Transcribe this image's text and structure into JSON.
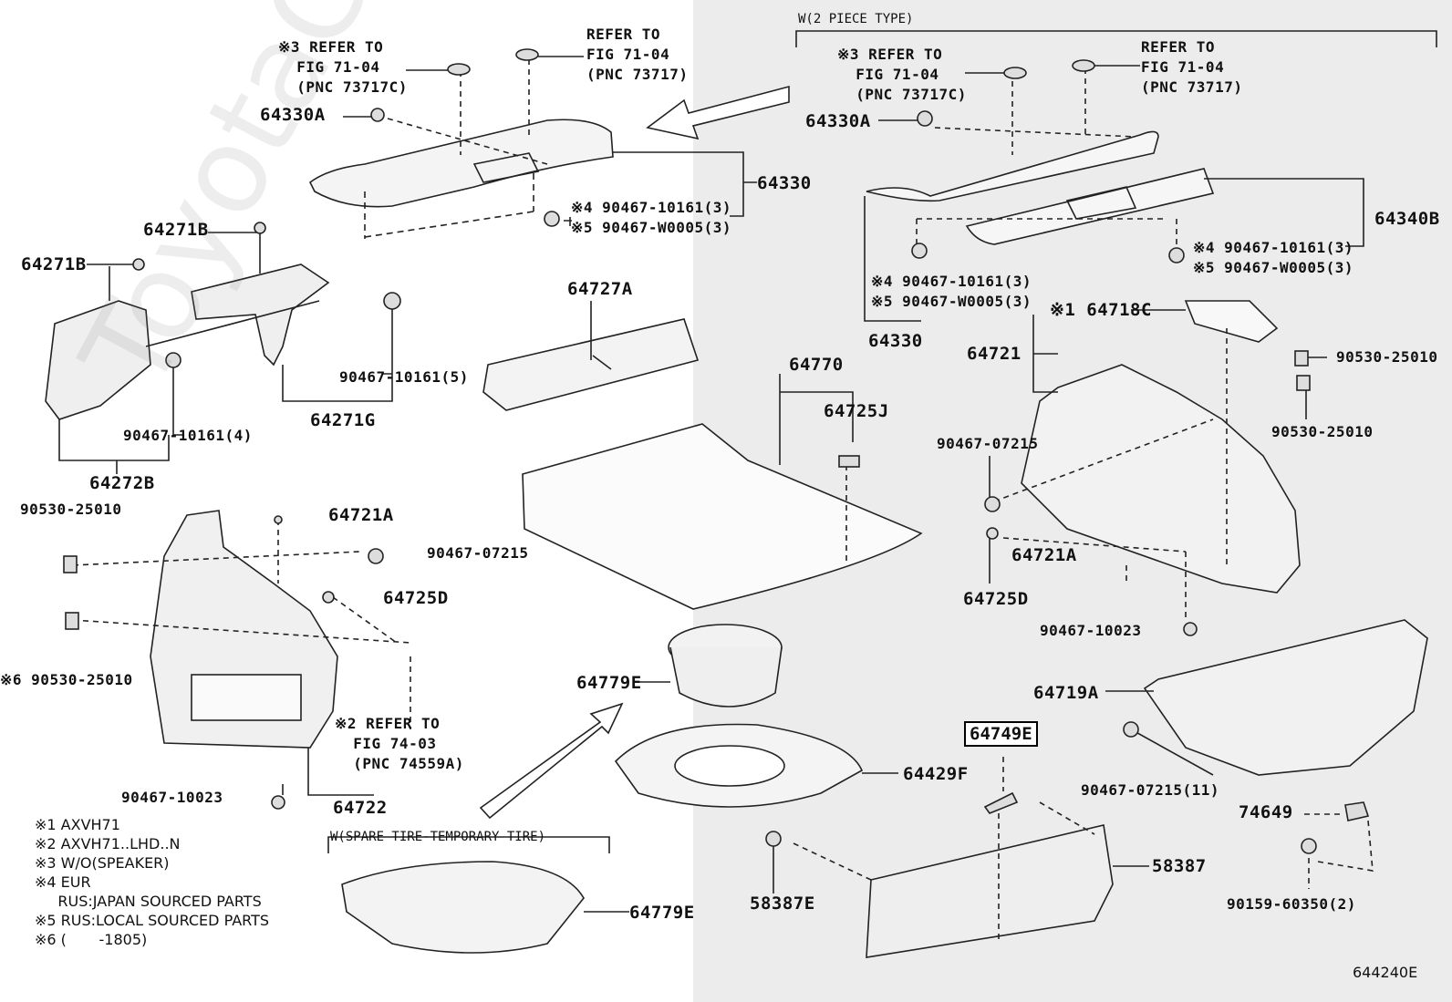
{
  "section_titles": {
    "two_piece": "W(2 PIECE TYPE)",
    "spare_tire": "W(SPARE TIRE-TEMPORARY TIRE)"
  },
  "refs": {
    "r1": "※3 REFER TO\n  FIG 71-04\n  (PNC 73717C)",
    "r2": "REFER TO\nFIG 71-04\n(PNC 73717)",
    "r3": "※3 REFER TO\n  FIG 71-04\n  (PNC 73717C)",
    "r4": "REFER TO\nFIG 71-04\n(PNC 73717)",
    "r5": "※2 REFER TO\n  FIG 74-03\n  (PNC 74559A)",
    "b1": "※4 90467-10161(3)\n※5 90467-W0005(3)",
    "b2": "※4 90467-10161(3)\n※5 90467-W0005(3)",
    "b3": "※4 90467-10161(3)\n※5 90467-W0005(3)"
  },
  "labels": {
    "l64330A_a": "64330A",
    "l64330_a": "64330",
    "l64330A_b": "64330A",
    "l64340B": "64340B",
    "l64330_b": "64330",
    "l64271B_a": "64271B",
    "l64271B_b": "64271B",
    "l90467_10161_5": "90467-10161(5)",
    "l64271G": "64271G",
    "l90467_10161_4": "90467-10161(4)",
    "l64272B": "64272B",
    "l64727A": "64727A",
    "l64770": "64770",
    "l64725J": "64725J",
    "l64718C": "※1 64718C",
    "l64721": "64721",
    "l90530_a": "90530-25010",
    "l90530_b": "90530-25010",
    "l90467_07215_a": "90467-07215",
    "l64721A_r": "64721A",
    "l64725D_r": "64725D",
    "l90467_10023_r": "90467-10023",
    "l90530_c": "90530-25010",
    "l64721A_l": "64721A",
    "l90467_07215_b": "90467-07215",
    "l64725D_l": "64725D",
    "l90530_d": "※6 90530-25010",
    "l90467_10023_l": "90467-10023",
    "l64722": "64722",
    "l64779E_a": "64779E",
    "l64429F": "64429F",
    "l64749E": "64749E",
    "l64719A": "64719A",
    "l90467_07215_11": "90467-07215(11)",
    "l74649": "74649",
    "l58387": "58387",
    "l58387E": "58387E",
    "l90159": "90159-60350(2)",
    "l64779E_b": "64779E"
  },
  "notes": [
    "※1 AXVH71",
    "※2 AXVH71..LHD..N",
    "※3 W/O(SPEAKER)",
    "※4 EUR",
    "     RUS:JAPAN SOURCED PARTS",
    "※5 RUS:LOCAL SOURCED PARTS",
    "※6 (       -1805)"
  ],
  "watermark": "ToyotaCarMine.ru",
  "figure_code": "644240E"
}
